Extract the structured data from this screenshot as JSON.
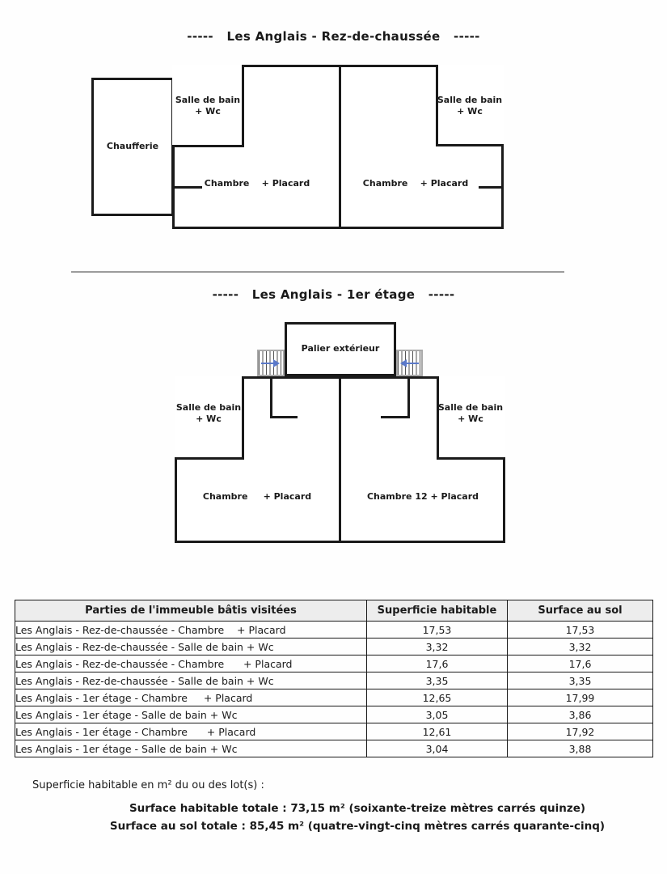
{
  "floor1": {
    "title": "-----   Les Anglais - Rez-de-chaussée   -----",
    "chaufferie": "Chaufferie",
    "chambre": "Chambre    + Placard"
  },
  "floor2": {
    "title": "-----   Les Anglais - 1er étage   -----",
    "palier": "Palier extérieur",
    "chambre_left": "Chambre     + Placard",
    "chambre_right": "Chambre 12 + Placard"
  },
  "labels": {
    "sdb": "Salle de bain",
    "wc": "+ Wc"
  },
  "table": {
    "headers": [
      "Parties de l'immeuble bâtis visitées",
      "Superficie habitable",
      "Surface au sol"
    ],
    "rows": [
      {
        "label": "Les Anglais - Rez-de-chaussée - Chambre    + Placard",
        "habitable": "17,53",
        "sol": "17,53"
      },
      {
        "label": "Les Anglais - Rez-de-chaussée - Salle de bain + Wc",
        "habitable": "3,32",
        "sol": "3,32"
      },
      {
        "label": "Les Anglais - Rez-de-chaussée - Chambre      + Placard",
        "habitable": "17,6",
        "sol": "17,6"
      },
      {
        "label": "Les Anglais - Rez-de-chaussée - Salle de bain + Wc",
        "habitable": "3,35",
        "sol": "3,35"
      },
      {
        "label": "Les Anglais - 1er étage - Chambre     + Placard",
        "habitable": "12,65",
        "sol": "17,99"
      },
      {
        "label": "Les Anglais - 1er étage - Salle de bain + Wc",
        "habitable": "3,05",
        "sol": "3,86"
      },
      {
        "label": "Les Anglais - 1er étage - Chambre      + Placard",
        "habitable": "12,61",
        "sol": "17,92"
      },
      {
        "label": "Les Anglais - 1er étage - Salle de bain + Wc",
        "habitable": "3,04",
        "sol": "3,88"
      }
    ]
  },
  "footer": {
    "note": "Superficie habitable en m² du ou des lot(s) :",
    "total_habitable": "Surface habitable totale : 73,15 m² (soixante-treize mètres carrés quinze)",
    "total_sol": "Surface au sol totale : 85,45 m² (quatre-vingt-cinq mètres carrés quarante-cinq)"
  },
  "colors": {
    "wall": "#1a1a1a",
    "stair_arrow": "#5b79c9",
    "divider": "#9c9c9c",
    "table_header_bg": "#ededed"
  }
}
